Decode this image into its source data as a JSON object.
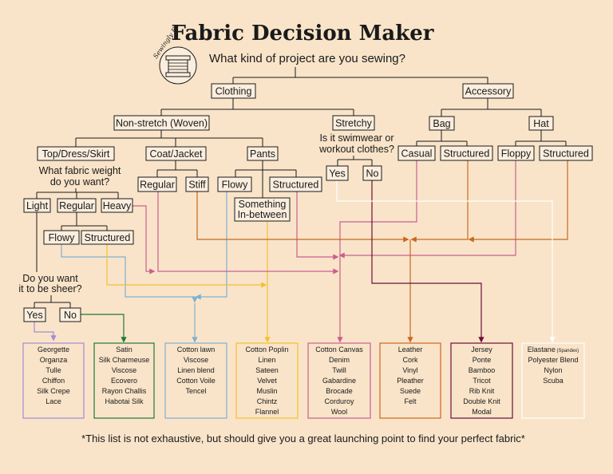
{
  "title": "Fabric Decision Maker",
  "logo_text": "Sewingly Ev",
  "question_project": "What kind of project are you sewing?",
  "clothing": "Clothing",
  "accessory": "Accessory",
  "non_stretch": "Non-stretch (Woven)",
  "stretchy": "Stretchy",
  "swimwear_q": [
    "Is it swimwear or",
    "workout clothes?"
  ],
  "yes": "Yes",
  "no": "No",
  "bag": "Bag",
  "hat": "Hat",
  "casual": "Casual",
  "structured": "Structured",
  "floppy": "Floppy",
  "top_dress_skirt": "Top/Dress/Skirt",
  "coat_jacket": "Coat/Jacket",
  "pants": "Pants",
  "weight_q": [
    "What fabric weight",
    "do you want?"
  ],
  "light": "Light",
  "regular": "Regular",
  "heavy": "Heavy",
  "stiff": "Stiff",
  "flowy": "Flowy",
  "something_in_between": [
    "Something",
    "In-between"
  ],
  "sheer_q": [
    "Do you want",
    "it to be sheer?"
  ],
  "colors": {
    "purple": "#a58ad1",
    "green": "#1e7a35",
    "blue": "#7fb0d0",
    "yellow": "#f2c12e",
    "pink": "#c95f8e",
    "orange": "#c8681e",
    "plum": "#6b0f3a",
    "white": "#ffffff"
  },
  "categories": [
    {
      "items": [
        "Georgette",
        "Organza",
        "Tulle",
        "Chiffon",
        "Silk Crepe",
        "Lace"
      ]
    },
    {
      "items": [
        "Satin",
        "Silk Charmeuse",
        "Viscose",
        "Ecovero",
        "Rayon Challis",
        "Habotai Silk"
      ]
    },
    {
      "items": [
        "Cotton lawn",
        "Viscose",
        "Linen blend",
        "Cotton Voile",
        "Tencel"
      ]
    },
    {
      "items": [
        "Cotton Poplin",
        "Linen",
        "Sateen",
        "Velvet",
        "Muslin",
        "Chintz",
        "Flannel"
      ]
    },
    {
      "items": [
        "Cotton Canvas",
        "Denim",
        "Twill",
        "Gabardine",
        "Brocade",
        "Corduroy",
        "Wool"
      ]
    },
    {
      "items": [
        "Leather",
        "Cork",
        "Vinyl",
        "Pleather",
        "Suede",
        "Felt"
      ]
    },
    {
      "items": [
        "Jersey",
        "Ponte",
        "Bamboo",
        "Tricot",
        "Rib Knit",
        "Double Knit",
        "Modal"
      ]
    },
    {
      "items": [
        "Elastane",
        "Polyester Blend",
        "Nylon",
        "Scuba"
      ]
    }
  ],
  "elastane_note": "(Spandex)",
  "footnote": "*This list is not exhaustive, but should give you a great launching point to find your perfect fabric*"
}
